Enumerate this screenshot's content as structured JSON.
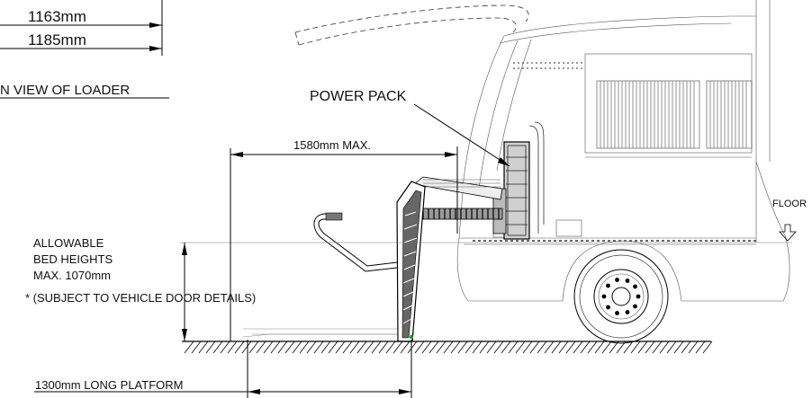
{
  "labels": {
    "dim_1163": "1163mm",
    "dim_1185": "1185mm",
    "plan_view": "N VIEW OF LOADER",
    "power_pack": "POWER PACK",
    "max_1580": "1580mm MAX.",
    "floor": "FLOOR",
    "bed_line1": "ALLOWABLE",
    "bed_line2": "BED HEIGHTS",
    "bed_line3": "MAX. 1070mm",
    "bed_line4": "* (SUBJECT TO VEHICLE DOOR DETAILS)",
    "platform": "1300mm LONG PLATFORM"
  },
  "icons": {
    "floor_arrow": "floor-arrow-icon"
  }
}
